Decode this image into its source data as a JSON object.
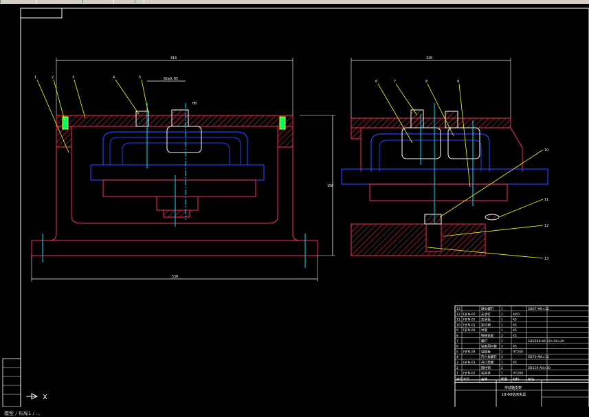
{
  "dimensions": {
    "top_left_width": "414",
    "top_right_width": "320",
    "inner_pitch": "82±0.05",
    "fit": "H8",
    "height": "150",
    "base_width": "530"
  },
  "callouts_left": [
    "1",
    "2",
    "3",
    "4",
    "5"
  ],
  "callouts_right": [
    "6",
    "7",
    "8",
    "9",
    "10",
    "11",
    "12",
    "13"
  ],
  "bom_rows": [
    {
      "no": "13",
      "code": "",
      "name": "球头螺钉",
      "qty": "1",
      "mat": "",
      "std": "GB67-M8×12"
    },
    {
      "no": "12",
      "code": "FJFN-05",
      "name": "支承钉",
      "qty": "1",
      "mat": "40Cr",
      "std": ""
    },
    {
      "no": "11",
      "code": "FJFN-02",
      "name": "支承板",
      "qty": "1",
      "mat": "45",
      "std": ""
    },
    {
      "no": "10",
      "code": "FJFN-01",
      "name": "定位销",
      "qty": "1",
      "mat": "45",
      "std": ""
    },
    {
      "no": "9",
      "code": "FJFN-06",
      "name": "衬套",
      "qty": "1",
      "mat": "45",
      "std": ""
    },
    {
      "no": "8",
      "code": "",
      "name": "快换钻套",
      "qty": "2",
      "mat": "45",
      "std": ""
    },
    {
      "no": "7",
      "code": "",
      "name": "螺钉",
      "qty": "2",
      "mat": "",
      "std": "GB2268-86-10×18×20"
    },
    {
      "no": "6",
      "code": "",
      "name": "钻套用衬套",
      "qty": "2",
      "mat": "45",
      "std": ""
    },
    {
      "no": "5",
      "code": "FJFN-04",
      "name": "钻模板",
      "qty": "1",
      "mat": "HT200",
      "std": ""
    },
    {
      "no": "4",
      "code": "",
      "name": "内六角螺钉",
      "qty": "4",
      "mat": "",
      "std": "GB70-M8×12"
    },
    {
      "no": "3",
      "code": "FJFN-03",
      "name": "开口垫圈",
      "qty": "1",
      "mat": "45",
      "std": ""
    },
    {
      "no": "2",
      "code": "",
      "name": "圆柱销",
      "qty": "2",
      "mat": "",
      "std": "GB119-A8×30"
    },
    {
      "no": "1",
      "code": "FJFN-01",
      "name": "夹具体",
      "qty": "1",
      "mat": "HT200",
      "std": ""
    }
  ],
  "bom_header": [
    "序号",
    "代号",
    "名称",
    "数量",
    "材料",
    "备注"
  ],
  "title_block": {
    "name_line1": "传动轴支架",
    "name_line2": "18-Φ8钻床夹具"
  },
  "ucs": {
    "x_label": "X"
  },
  "status_text": "模型 / 布局1 / ..."
}
